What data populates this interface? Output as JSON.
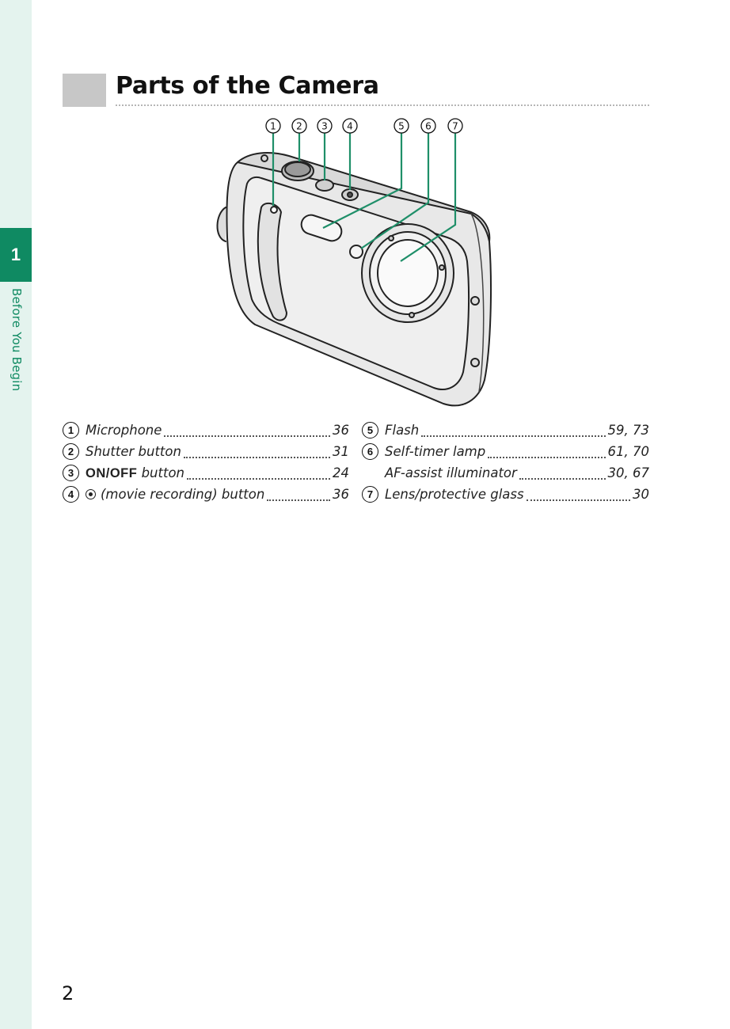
{
  "sidebar": {
    "chapter_number": "1",
    "chapter_title": "Before You Begin"
  },
  "header": {
    "title": "Parts of the Camera"
  },
  "figure": {
    "callouts": [
      "1",
      "2",
      "3",
      "4",
      "5",
      "6",
      "7"
    ]
  },
  "legend": {
    "col1": [
      {
        "num": "1",
        "label": "Microphone",
        "pages": "36"
      },
      {
        "num": "2",
        "label": "Shutter button",
        "pages": "31"
      },
      {
        "num": "3",
        "label_bold": "ON/OFF",
        "label": " button",
        "pages": "24"
      },
      {
        "num": "4",
        "icon": "movie-record-icon",
        "label": "(movie recording) button",
        "pages": "36"
      }
    ],
    "col2": [
      {
        "num": "5",
        "label": "Flash",
        "pages": "59, 73"
      },
      {
        "num": "6",
        "label": "Self-timer lamp",
        "pages": "61, 70"
      },
      {
        "num": "",
        "label": "AF-assist illuminator",
        "pages": "30, 67"
      },
      {
        "num": "7",
        "label": "Lens/protective glass",
        "pages": "30"
      }
    ]
  },
  "footer": {
    "page_number": "2"
  },
  "colors": {
    "accent": "#0f8a62",
    "strip": "#e4f3ee",
    "title_block": "#c7c7c7",
    "callout_line": "#1f8f69"
  }
}
